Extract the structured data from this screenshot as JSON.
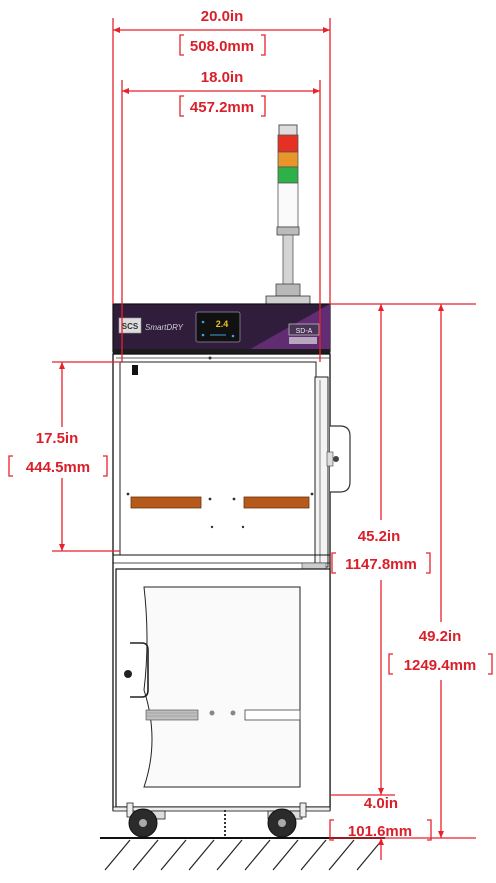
{
  "dimensions": {
    "overall_width_in": "20.0in",
    "overall_width_mm": "508.0mm",
    "body_width_in": "18.0in",
    "body_width_mm": "457.2mm",
    "top_chamber_height_in": "17.5in",
    "top_chamber_height_mm": "444.5mm",
    "body_height_in": "45.2in",
    "body_height_mm": "1147.8mm",
    "overall_height_in": "49.2in",
    "overall_height_mm": "1249.4mm",
    "caster_height_in": "4.0in",
    "caster_height_mm": "101.6mm"
  },
  "controller": {
    "display_value": "2.4",
    "brand_text": "SmartDRY",
    "badge_text": "SD-A"
  },
  "colors": {
    "dimension": "#e8222c",
    "header_panel": "#3a2347",
    "header_accent": "#7a3f8c",
    "beacon_red": "#e53024",
    "beacon_amber": "#e8962a",
    "beacon_green": "#2fb14a",
    "shelf_brown": "#b65a1c"
  }
}
